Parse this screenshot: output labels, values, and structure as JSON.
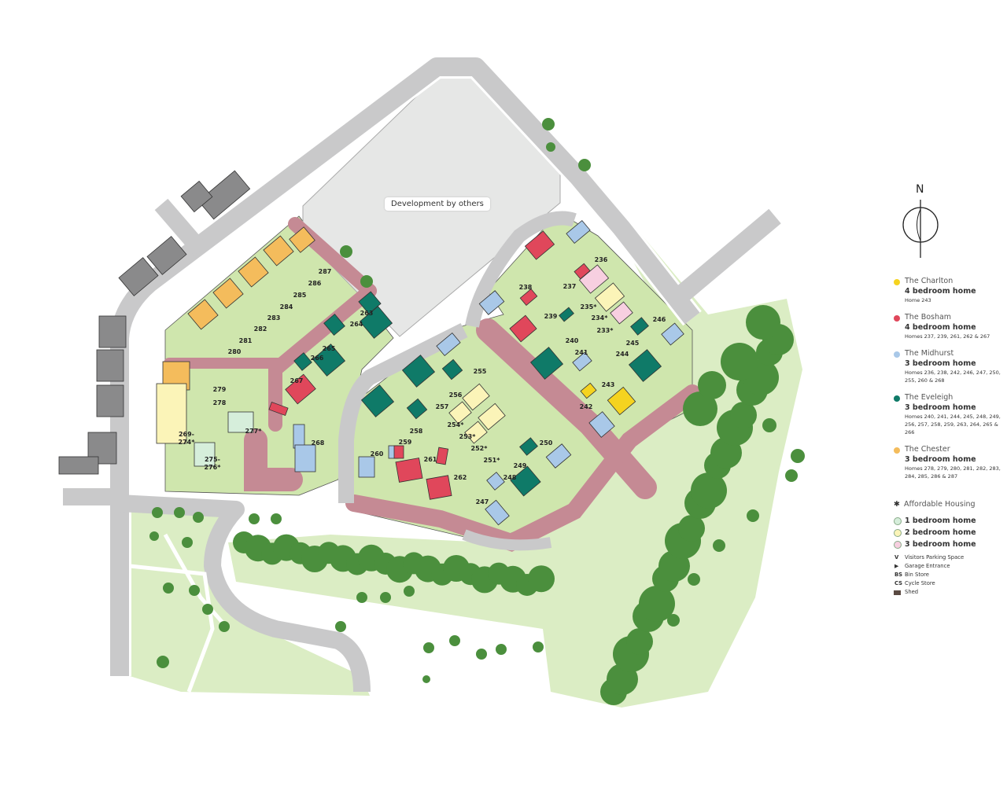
{
  "map": {
    "development_label": "Development by others",
    "compass_label": "N",
    "plots": [
      "287",
      "286",
      "285",
      "284",
      "283",
      "282",
      "281",
      "280",
      "279",
      "278",
      "277*",
      "275-276*",
      "269-274*",
      "268",
      "267",
      "266",
      "265",
      "264",
      "263",
      "260",
      "259",
      "258",
      "257",
      "256",
      "255",
      "254*",
      "253*",
      "252*",
      "251*",
      "261",
      "262",
      "247",
      "248",
      "249",
      "250",
      "238",
      "239",
      "237",
      "236",
      "235*",
      "234*",
      "233*",
      "240",
      "241",
      "242",
      "243",
      "244",
      "245",
      "246"
    ],
    "colors": {
      "charlton": "#f5d31f",
      "bosham": "#e0475b",
      "midhurst": "#a9c8e8",
      "eveleigh": "#0f7a68",
      "chester": "#f4bc5c",
      "one_bed": "#d6eedb",
      "two_bed": "#fbf4b8",
      "three_bed": "#f7cfe0",
      "road": "#c9c9ca",
      "paving": "#c58a94",
      "grass": "#cfe6ad",
      "trees": "#4b8f3d",
      "development": "#e6e7e6"
    }
  },
  "legend": {
    "house_types": [
      {
        "name": "The Charlton",
        "size": "4 bedroom home",
        "homes": "Home 243",
        "color": "#f5d31f"
      },
      {
        "name": "The Bosham",
        "size": "4 bedroom home",
        "homes": "Homes 237, 239, 261, 262 & 267",
        "color": "#e0475b"
      },
      {
        "name": "The Midhurst",
        "size": "3 bedroom home",
        "homes": "Homes 236, 238, 242, 246, 247, 250, 255, 260 & 268",
        "color": "#a9c8e8"
      },
      {
        "name": "The Eveleigh",
        "size": "3 bedroom home",
        "homes": "Homes 240, 241, 244, 245, 248, 249, 256, 257, 258, 259, 263, 264, 265 & 266",
        "color": "#0f7a68"
      },
      {
        "name": "The Chester",
        "size": "3 bedroom home",
        "homes": "Homes 278, 279, 280, 281, 282, 283, 284, 285, 286 & 287",
        "color": "#f4bc5c"
      }
    ],
    "affordable": {
      "symbol": "✱",
      "label": "Affordable Housing"
    },
    "bedrooms": [
      {
        "label": "1 bedroom home",
        "color": "#d6eedb"
      },
      {
        "label": "2 bedroom home",
        "color": "#fbf4b8"
      },
      {
        "label": "3 bedroom home",
        "color": "#f7cfe0"
      }
    ],
    "keys": [
      {
        "symbol": "V",
        "label": "Visitors Parking Space"
      },
      {
        "symbol": "▶",
        "label": "Garage Entrance"
      },
      {
        "symbol": "BS",
        "label": "Bin Store"
      },
      {
        "symbol": "CS",
        "label": "Cycle Store"
      },
      {
        "symbol": "",
        "label": "Shed"
      }
    ]
  }
}
